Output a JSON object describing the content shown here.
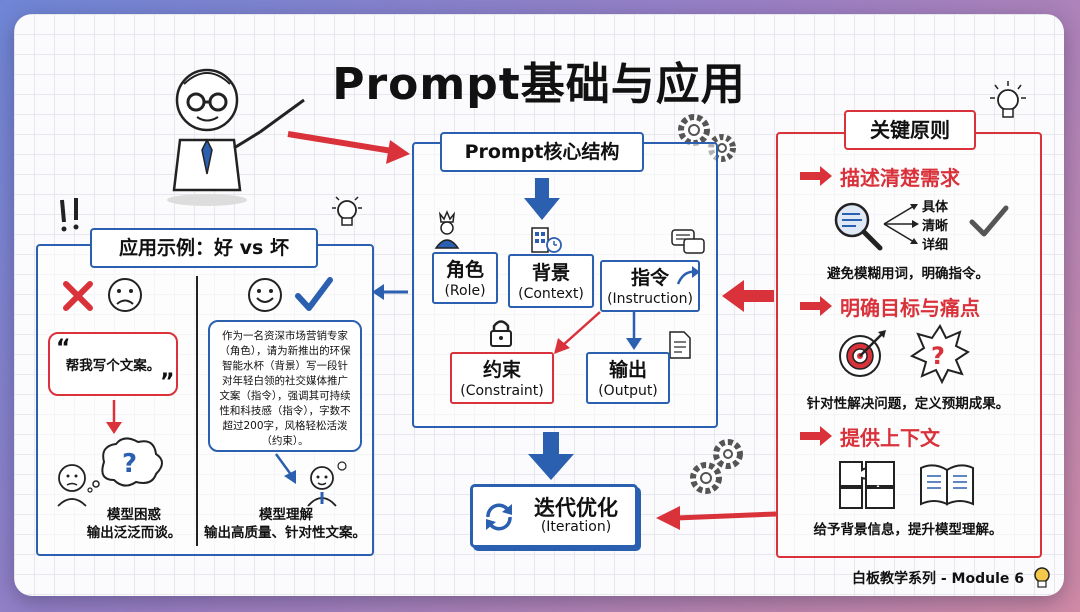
{
  "title": "Prompt基础与应用",
  "core": {
    "title": "Prompt核心结构",
    "role_zh": "角色",
    "role_en": "(Role)",
    "context_zh": "背景",
    "context_en": "(Context)",
    "instruction_zh": "指令",
    "instruction_en": "(Instruction)",
    "constraint_zh": "约束",
    "constraint_en": "(Constraint)",
    "output_zh": "输出",
    "output_en": "(Output)"
  },
  "iteration": {
    "zh": "迭代优化",
    "en": "(Iteration)"
  },
  "examples": {
    "title": "应用示例：好 vs 坏",
    "bad_prompt": "帮我写个文案。",
    "bad_caption_1": "模型困惑",
    "bad_caption_2": "输出泛泛而谈。",
    "good_prompt": "作为一名资深市场营销专家（角色），请为新推出的环保智能水杯（背景）写一段针对年轻白领的社交媒体推广文案（指令），强调其可持续性和科技感（指令），字数不超过200字，风格轻松活泼（约束）。",
    "good_caption_1": "模型理解",
    "good_caption_2": "输出高质量、针对性文案。"
  },
  "principles": {
    "title": "关键原则",
    "p1_title": "描述清楚需求",
    "p1_words": [
      "具体",
      "清晰",
      "详细"
    ],
    "p1_desc": "避免模糊用词，明确指令。",
    "p2_title": "明确目标与痛点",
    "p2_desc": "针对性解决问题，定义预期成果。",
    "p3_title": "提供上下文",
    "p3_desc": "给予背景信息，提升模型理解。"
  },
  "footer": "白板教学系列 - Module 6",
  "colors": {
    "blue": "#2b5fb0",
    "red": "#d9323a",
    "ink": "#111111"
  }
}
